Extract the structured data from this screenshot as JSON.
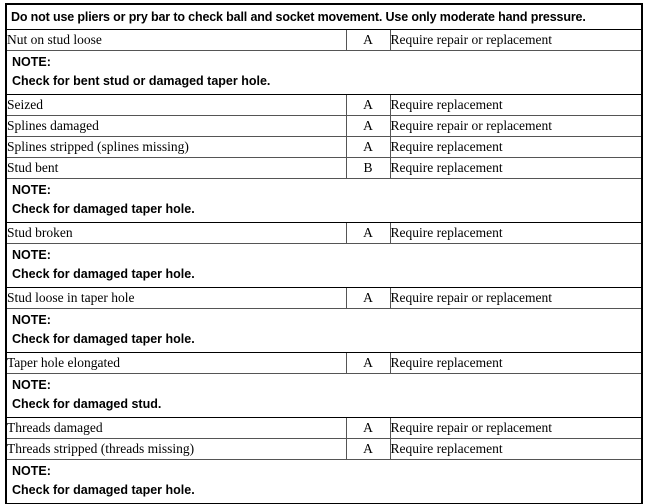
{
  "document": {
    "type": "inspection-criteria-table",
    "warning": "Do not use pliers or pry bar to check ball and socket movement. Use only moderate hand pressure.",
    "note_label": "NOTE:"
  },
  "rows": [
    {
      "kind": "data",
      "condition": "Nut on stud loose",
      "code": "A",
      "action": "Require repair or replacement"
    },
    {
      "kind": "note",
      "label": "NOTE:",
      "body": "Check for bent stud or damaged taper hole."
    },
    {
      "kind": "data",
      "condition": "Seized",
      "code": "A",
      "action": "Require replacement"
    },
    {
      "kind": "data",
      "condition": "Splines damaged",
      "code": "A",
      "action": "Require repair or replacement"
    },
    {
      "kind": "data",
      "condition": "Splines stripped (splines missing)",
      "code": "A",
      "action": "Require replacement"
    },
    {
      "kind": "data",
      "condition": "Stud bent",
      "code": "B",
      "action": "Require replacement"
    },
    {
      "kind": "note",
      "label": "NOTE:",
      "body": "Check for damaged taper hole."
    },
    {
      "kind": "data",
      "condition": "Stud broken",
      "code": "A",
      "action": "Require replacement"
    },
    {
      "kind": "note",
      "label": "NOTE:",
      "body": "Check for damaged taper hole."
    },
    {
      "kind": "data",
      "condition": "Stud loose in taper hole",
      "code": "A",
      "action": "Require repair or replacement"
    },
    {
      "kind": "note",
      "label": "NOTE:",
      "body": "Check for damaged taper hole."
    },
    {
      "kind": "data",
      "condition": "Taper hole elongated",
      "code": "A",
      "action": "Require replacement"
    },
    {
      "kind": "note",
      "label": "NOTE:",
      "body": "Check for damaged stud."
    },
    {
      "kind": "data",
      "condition": "Threads damaged",
      "code": "A",
      "action": "Require repair or replacement"
    },
    {
      "kind": "data",
      "condition": "Threads stripped (threads missing)",
      "code": "A",
      "action": "Require replacement"
    },
    {
      "kind": "note",
      "label": "NOTE:",
      "body": "Check for damaged taper hole."
    }
  ],
  "colors": {
    "page_background": "#ffffff",
    "table_background": "#ffffff",
    "text": "#000000",
    "border_outer": "#000000",
    "border_inner": "#555555"
  }
}
